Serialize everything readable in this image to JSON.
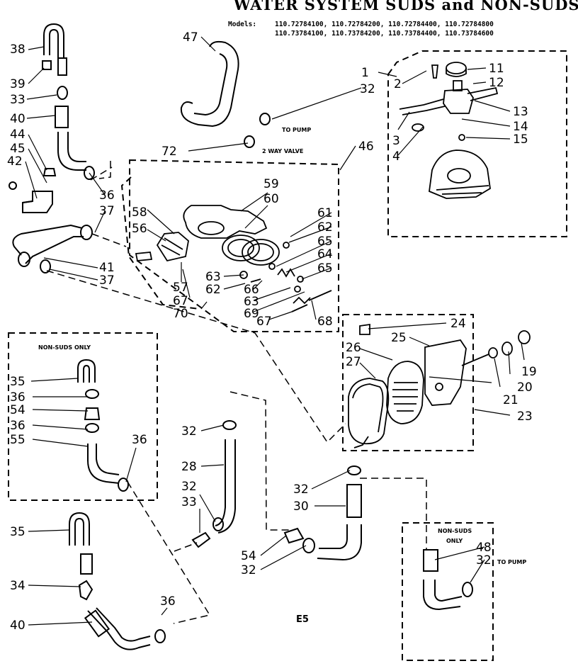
{
  "header": {
    "title": "WATER SYSTEM SUDS and NON-SUDS",
    "models_label": "Models:",
    "models_line1": "110.72784100, 110.72784200, 110.72784400, 110.72784800",
    "models_line2": "110.73784100, 110.73784200, 110.73784400, 110.73784600"
  },
  "notes": {
    "to_pump_top": "TO PUMP",
    "two_way_valve": "2 WAY VALVE",
    "non_suds_only_left": "NON-SUDS ONLY",
    "non_suds_only_right_1": "NON-SUDS",
    "non_suds_only_right_2": "ONLY",
    "to_pump_right": "TO PUMP"
  },
  "page_code": "E5",
  "callouts": {
    "c38": "38",
    "c39": "39",
    "c33a": "33",
    "c40a": "40",
    "c44": "44",
    "c45": "45",
    "c42": "42",
    "c36a": "36",
    "c37a": "37",
    "c41": "41",
    "c37b": "37",
    "c47": "47",
    "c32a": "32",
    "c72": "72",
    "c46": "46",
    "c1": "1",
    "c2": "2",
    "c11": "11",
    "c12": "12",
    "c13": "13",
    "c14": "14",
    "c3": "3",
    "c15": "15",
    "c4": "4",
    "c59": "59",
    "c60": "60",
    "c58": "58",
    "c56": "56",
    "c61": "61",
    "c62a": "62",
    "c65a": "65",
    "c64": "64",
    "c65b": "65",
    "c63a": "63",
    "c62b": "62",
    "c66": "66",
    "c63b": "63",
    "c57": "57",
    "c67a": "67",
    "c69": "69",
    "c70": "70",
    "c67b": "67",
    "c68": "68",
    "c24": "24",
    "c25": "25",
    "c26": "26",
    "c27": "27",
    "c19": "19",
    "c20": "20",
    "c21": "21",
    "c23": "23",
    "c35a": "35",
    "c36b": "36",
    "c54a": "54",
    "c36c": "36",
    "c55": "55",
    "c36d": "36",
    "c32b": "32",
    "c28": "28",
    "c32c": "32",
    "c33b": "33",
    "c32d": "32",
    "c30": "30",
    "c54b": "54",
    "c32e": "32",
    "c48": "48",
    "c32f": "32",
    "c35b": "35",
    "c34": "34",
    "c40b": "40",
    "c36e": "36"
  }
}
